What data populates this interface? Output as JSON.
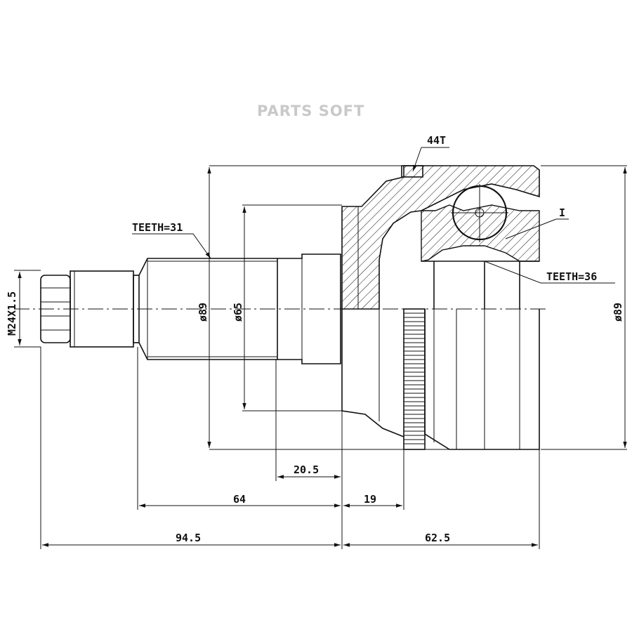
{
  "watermark": "PARTS SOFT",
  "labels": {
    "abs_teeth": "44T",
    "outer_spline": "TEETH=31",
    "inner_spline": "TEETH=36",
    "detail_mark": "I",
    "thread": "M24X1.5",
    "dia_shaft": "ø89",
    "dia_seat": "ø65",
    "dia_housing": "ø89"
  },
  "dimensions": {
    "d_20_5": "20.5",
    "d_64": "64",
    "d_19": "19",
    "d_94_5": "94.5",
    "d_62_5": "62.5"
  },
  "colors": {
    "line": "#111111",
    "watermark": "#c9c9c9"
  }
}
